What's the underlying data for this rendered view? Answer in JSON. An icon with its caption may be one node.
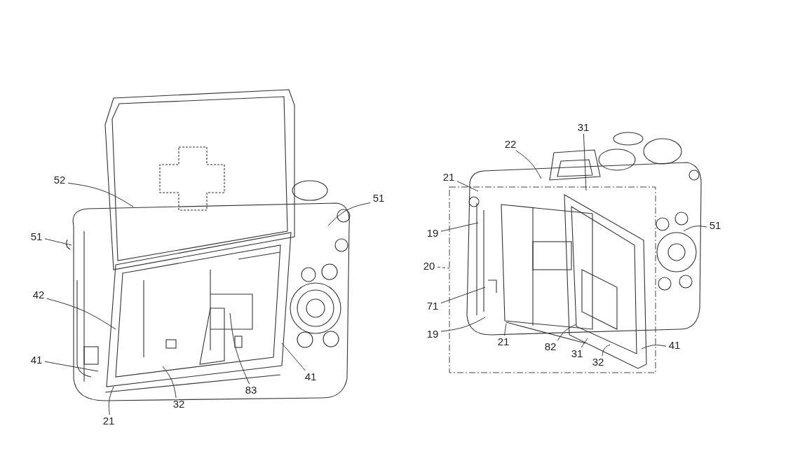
{
  "diagram": {
    "nodes": [
      {
        "text": [
          "52"
        ]
      },
      {
        "text": [
          "51"
        ]
      },
      {
        "text": [
          "51"
        ]
      },
      {
        "text": [
          "42"
        ]
      },
      {
        "text": [
          "41"
        ]
      },
      {
        "text": [
          "41"
        ]
      },
      {
        "text": [
          "32"
        ]
      },
      {
        "text": [
          "83"
        ]
      },
      {
        "text": [
          "21"
        ]
      },
      {
        "text": [
          "31"
        ]
      },
      {
        "text": [
          "22"
        ]
      },
      {
        "text": [
          "21"
        ]
      },
      {
        "text": [
          "19"
        ]
      },
      {
        "text": [
          "51"
        ]
      },
      {
        "text": [
          "20"
        ]
      },
      {
        "text": [
          "71"
        ]
      },
      {
        "text": [
          "19"
        ]
      },
      {
        "text": [
          "21"
        ]
      },
      {
        "text": [
          "82"
        ]
      },
      {
        "text": [
          "31"
        ]
      },
      {
        "text": [
          "32"
        ]
      },
      {
        "text": [
          "41"
        ]
      }
    ],
    "edges": [
      {
        "from": 0,
        "to": null,
        "arrow": "none"
      },
      {
        "from": 1,
        "to": null,
        "arrow": "none"
      },
      {
        "from": 2,
        "to": null,
        "arrow": "none"
      },
      {
        "from": 3,
        "to": null,
        "arrow": "none"
      },
      {
        "from": 4,
        "to": null,
        "arrow": "none"
      },
      {
        "from": 5,
        "to": null,
        "arrow": "none"
      },
      {
        "from": 6,
        "to": null,
        "arrow": "none"
      },
      {
        "from": 7,
        "to": null,
        "arrow": "none"
      },
      {
        "from": 8,
        "to": null,
        "arrow": "none"
      },
      {
        "from": 9,
        "to": null,
        "arrow": "none"
      },
      {
        "from": 10,
        "to": null,
        "arrow": "none"
      },
      {
        "from": 11,
        "to": null,
        "arrow": "none"
      },
      {
        "from": 12,
        "to": null,
        "arrow": "none"
      },
      {
        "from": 13,
        "to": null,
        "arrow": "none"
      },
      {
        "from": 14,
        "to": null,
        "arrow": "none",
        "style": "dashed"
      },
      {
        "from": 15,
        "to": null,
        "arrow": "none"
      },
      {
        "from": 16,
        "to": null,
        "arrow": "none"
      },
      {
        "from": 17,
        "to": null,
        "arrow": "none"
      },
      {
        "from": 18,
        "to": null,
        "arrow": "none"
      },
      {
        "from": 19,
        "to": null,
        "arrow": "none"
      },
      {
        "from": 20,
        "to": null,
        "arrow": "none"
      },
      {
        "from": 21,
        "to": null,
        "arrow": "none"
      }
    ]
  }
}
